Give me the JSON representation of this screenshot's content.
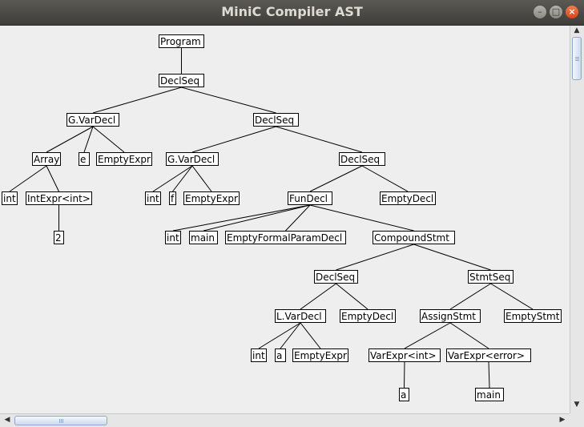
{
  "window": {
    "title": "MiniC Compiler AST",
    "controls": {
      "minimize": "–",
      "maximize": "□",
      "close": "×"
    }
  },
  "scrollbars": {
    "up": "▲",
    "down": "▼",
    "left": "◀",
    "right": "▶"
  },
  "colors": {
    "titlebar": "#3e3d39",
    "title_text": "#dfdbd2",
    "close_button": "#e2582e",
    "canvas": "#eeeeee",
    "node_fill": "#ffffff",
    "node_border": "#000000"
  },
  "tree": {
    "nodes": [
      {
        "id": "n1",
        "label": "Program"
      },
      {
        "id": "n2",
        "label": "DeclSeq",
        "parent": "n1"
      },
      {
        "id": "n3",
        "label": "G.VarDecl",
        "parent": "n2"
      },
      {
        "id": "n4",
        "label": "DeclSeq",
        "parent": "n2"
      },
      {
        "id": "n5",
        "label": "Array",
        "parent": "n3"
      },
      {
        "id": "n6",
        "label": "e",
        "parent": "n3"
      },
      {
        "id": "n7",
        "label": "EmptyExpr",
        "parent": "n3"
      },
      {
        "id": "n8",
        "label": "G.VarDecl",
        "parent": "n4"
      },
      {
        "id": "n9",
        "label": "DeclSeq",
        "parent": "n4"
      },
      {
        "id": "n10",
        "label": "int",
        "parent": "n5"
      },
      {
        "id": "n11",
        "label": "IntExpr<int>",
        "parent": "n5"
      },
      {
        "id": "n12",
        "label": "int",
        "parent": "n8"
      },
      {
        "id": "n13",
        "label": "f",
        "parent": "n8"
      },
      {
        "id": "n14",
        "label": "EmptyExpr",
        "parent": "n8"
      },
      {
        "id": "n15",
        "label": "FunDecl",
        "parent": "n9"
      },
      {
        "id": "n16",
        "label": "EmptyDecl",
        "parent": "n9"
      },
      {
        "id": "n17",
        "label": "2",
        "parent": "n11"
      },
      {
        "id": "n18",
        "label": "int",
        "parent": "n15"
      },
      {
        "id": "n19",
        "label": "main",
        "parent": "n15"
      },
      {
        "id": "n20",
        "label": "EmptyFormalParamDecl",
        "parent": "n15"
      },
      {
        "id": "n21",
        "label": "CompoundStmt",
        "parent": "n15"
      },
      {
        "id": "n22",
        "label": "DeclSeq",
        "parent": "n21"
      },
      {
        "id": "n23",
        "label": "StmtSeq",
        "parent": "n21"
      },
      {
        "id": "n24",
        "label": "L.VarDecl",
        "parent": "n22"
      },
      {
        "id": "n25",
        "label": "EmptyDecl",
        "parent": "n22"
      },
      {
        "id": "n26",
        "label": "AssignStmt",
        "parent": "n23"
      },
      {
        "id": "n27",
        "label": "EmptyStmt",
        "parent": "n23"
      },
      {
        "id": "n28",
        "label": "int",
        "parent": "n24"
      },
      {
        "id": "n29",
        "label": "a",
        "parent": "n24"
      },
      {
        "id": "n30",
        "label": "EmptyExpr",
        "parent": "n24"
      },
      {
        "id": "n31",
        "label": "VarExpr<int>",
        "parent": "n26"
      },
      {
        "id": "n32",
        "label": "VarExpr<error>",
        "parent": "n26"
      },
      {
        "id": "n33",
        "label": "a",
        "parent": "n31"
      },
      {
        "id": "n34",
        "label": "main",
        "parent": "n32"
      }
    ]
  }
}
